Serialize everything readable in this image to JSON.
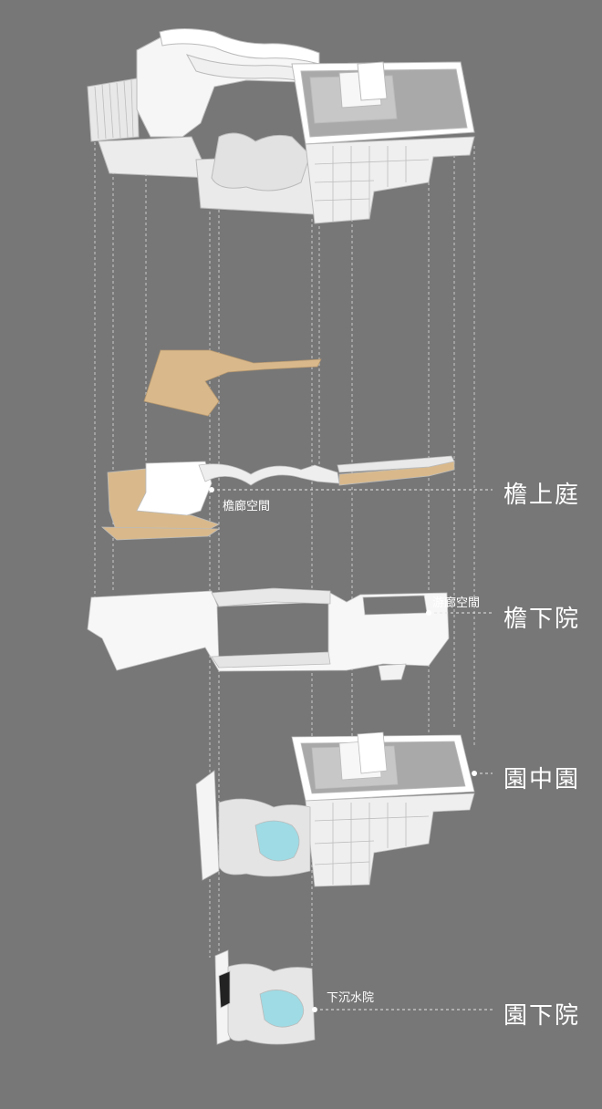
{
  "layers": [
    {
      "label": "檐上庭",
      "sublabel": "檐廊空間"
    },
    {
      "label": "檐下院",
      "sublabel": "游廊空間"
    },
    {
      "label": "園中園",
      "sublabel": ""
    },
    {
      "label": "園下院",
      "sublabel": "下沉水院"
    }
  ],
  "colors": {
    "background": "#777777",
    "model": "#f4f4f4",
    "highlight": "#d9b98b",
    "pool": "#9fdbe4",
    "roof": "#a9a9a9",
    "leader": "#e6e6e6"
  }
}
